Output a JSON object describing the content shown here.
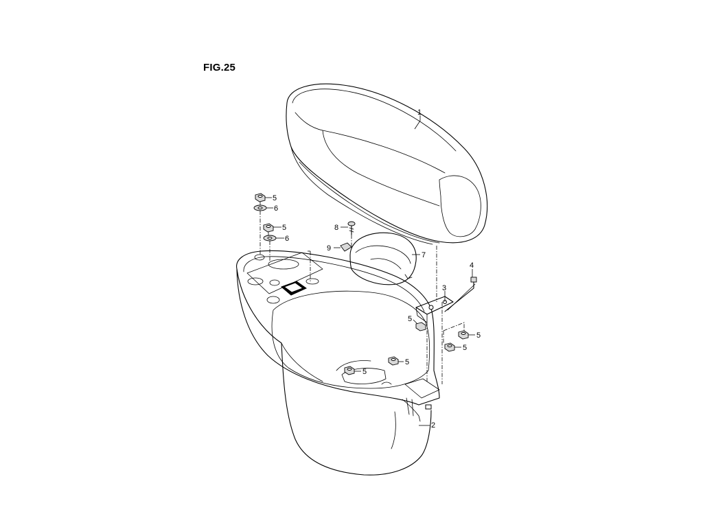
{
  "figure": {
    "title": "FIG.25"
  },
  "callouts": {
    "seat": "1",
    "luggage_box": "2",
    "bracket": "3",
    "bolt": "4",
    "nut_top_1": "5",
    "washer_top_1": "6",
    "nut_top_2": "5",
    "washer_top_2": "6",
    "screw": "8",
    "clip": "9",
    "cover": "7",
    "nut_bracket": "5",
    "nut_right_1": "5",
    "nut_right_2": "5",
    "nut_floor_1": "5",
    "nut_floor_2": "5"
  }
}
